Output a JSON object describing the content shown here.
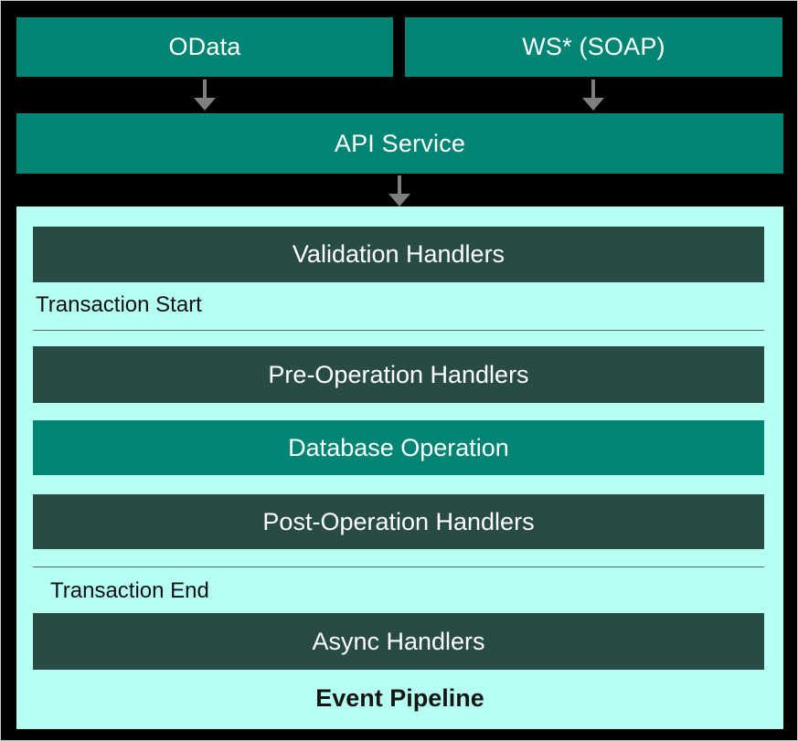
{
  "colors": {
    "background": "#000000",
    "frame_border": "#C9C9C9",
    "teal_box": "#008575",
    "dark_slate_box": "#284B45",
    "pipeline_background": "#B5FFF3",
    "arrow_gray": "#7F7F7F",
    "divider_line": "#566663",
    "text_on_boxes": "#FFFFFF",
    "text_dark": "#111111"
  },
  "endpoints": [
    {
      "label": "OData"
    },
    {
      "label": "WS* (SOAP)"
    }
  ],
  "api_service": {
    "label": "API Service"
  },
  "icons": {
    "down_arrow": "↓"
  },
  "pipeline": {
    "title": "Event Pipeline",
    "validation_handlers": "Validation Handlers",
    "transaction_start": "Transaction Start",
    "pre_operation_handlers": "Pre-Operation Handlers",
    "database_operation": "Database Operation",
    "post_operation_handlers": "Post-Operation Handlers",
    "transaction_end": "Transaction End",
    "async_handlers": "Async Handlers"
  }
}
